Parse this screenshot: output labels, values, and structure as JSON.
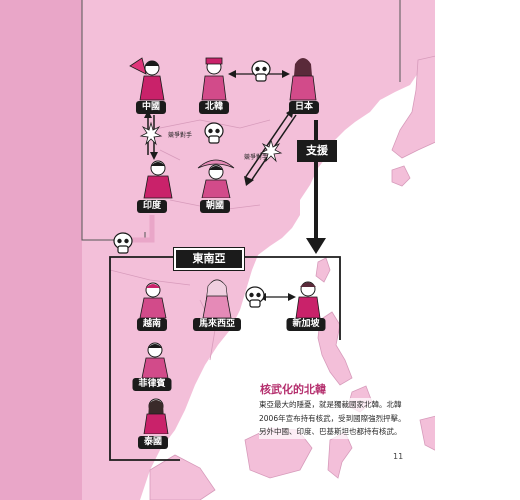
{
  "countries": {
    "china": "中國",
    "north_korea": "北韓",
    "japan": "日本",
    "india": "印度",
    "korea": "朝國",
    "vietnam": "越南",
    "malaysia": "馬來西亞",
    "singapore": "新加坡",
    "philippines": "菲律賓",
    "thailand": "泰國"
  },
  "labels": {
    "war_tension_left": "競爭對手",
    "war_tension_right": "競爭對手",
    "support": "支援",
    "southeast_asia": "東南亞"
  },
  "info": {
    "title": "核武化的北韓",
    "body": "東亞最大的隱憂，就是獨裁國家北韓。北韓2006年宣布持有核武，受到國際強烈抨擊。另外中國、印度、巴基斯坦也都持有核武。"
  },
  "page_number": "11",
  "colors": {
    "map_pink": "#f3bfd9",
    "sea": "#ffffff",
    "band": "#e9a6c8",
    "accent": "#b5306e",
    "dark": "#1b1b1b"
  }
}
